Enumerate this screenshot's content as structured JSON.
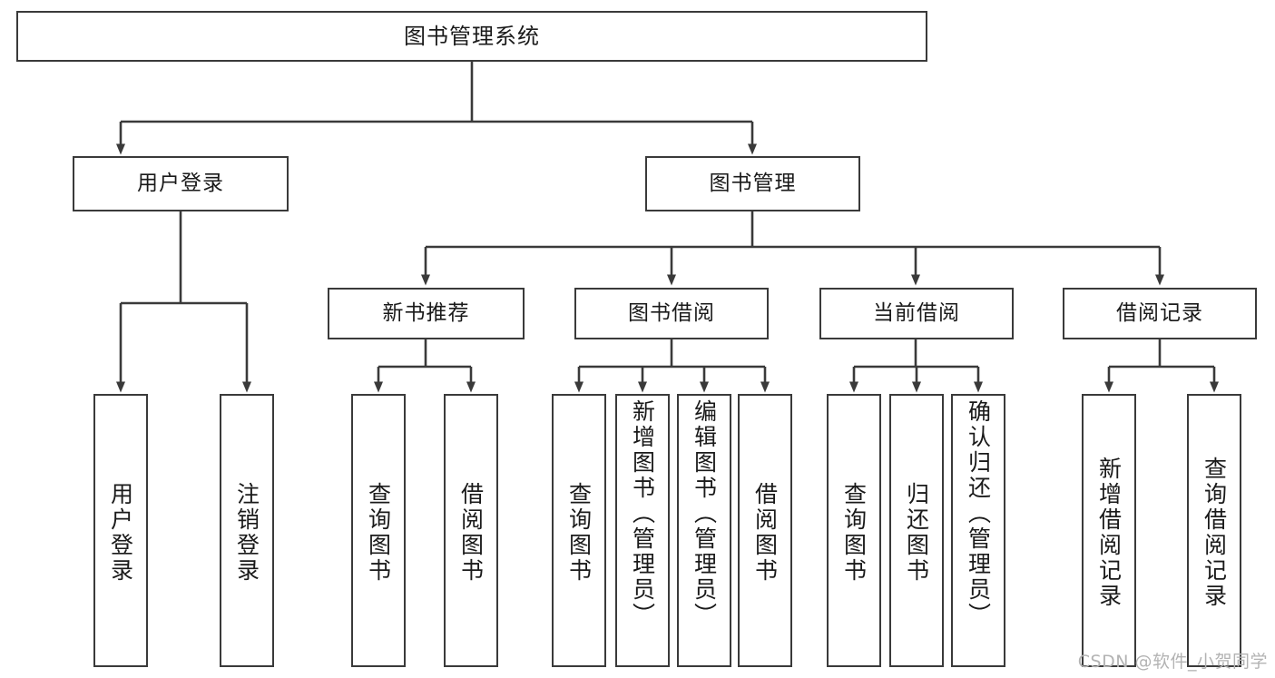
{
  "diagram": {
    "title": "图书管理系统",
    "type": "hierarchy-tree",
    "watermark": "CSDN @软件_小贺同学",
    "colors": {
      "background": "#ffffff",
      "box_border": "#3a3a3a",
      "box_fill": "#ffffff",
      "connector": "#3a3a3a",
      "text": "#1a1a1a",
      "watermark": "#b3b3b3"
    },
    "levels": {
      "root": {
        "label": "图书管理系统"
      },
      "level2": [
        {
          "id": "user-login",
          "label": "用户登录"
        },
        {
          "id": "book-manage",
          "label": "图书管理"
        }
      ],
      "level3": [
        {
          "id": "new-book-recommend",
          "label": "新书推荐",
          "parent": "book-manage"
        },
        {
          "id": "book-borrow",
          "label": "图书借阅",
          "parent": "book-manage"
        },
        {
          "id": "current-borrow",
          "label": "当前借阅",
          "parent": "book-manage"
        },
        {
          "id": "borrow-record",
          "label": "借阅记录",
          "parent": "book-manage"
        }
      ],
      "leaves": [
        {
          "id": "leaf-user-login",
          "label": "用户登录",
          "parent": "user-login"
        },
        {
          "id": "leaf-user-logout",
          "label": "注销登录",
          "parent": "user-login"
        },
        {
          "id": "leaf-query-book-1",
          "label": "查询图书",
          "parent": "new-book-recommend"
        },
        {
          "id": "leaf-borrow-book-1",
          "label": "借阅图书",
          "parent": "new-book-recommend"
        },
        {
          "id": "leaf-query-book-2",
          "label": "查询图书",
          "parent": "book-borrow"
        },
        {
          "id": "leaf-add-book",
          "label": "新增图书（管理员）",
          "parent": "book-borrow"
        },
        {
          "id": "leaf-edit-book",
          "label": "编辑图书（管理员）",
          "parent": "book-borrow"
        },
        {
          "id": "leaf-borrow-book-2",
          "label": "借阅图书",
          "parent": "book-borrow"
        },
        {
          "id": "leaf-query-book-3",
          "label": "查询图书",
          "parent": "current-borrow"
        },
        {
          "id": "leaf-return-book",
          "label": "归还图书",
          "parent": "current-borrow"
        },
        {
          "id": "leaf-confirm-return",
          "label": "确认归还（管理员）",
          "parent": "current-borrow"
        },
        {
          "id": "leaf-add-record",
          "label": "新增借阅记录",
          "parent": "borrow-record"
        },
        {
          "id": "leaf-query-record",
          "label": "查询借阅记录",
          "parent": "borrow-record"
        }
      ]
    }
  }
}
